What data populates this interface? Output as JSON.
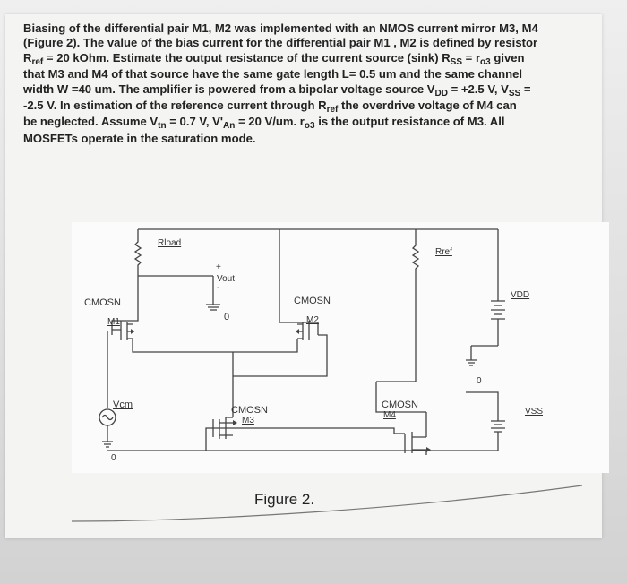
{
  "problem": {
    "line1": "Biasing of the differential pair M1, M2 was implemented with an NMOS current mirror M3, M4",
    "line2": "(Figure 2). The value of the bias current  for the differential pair M1 , M2 is defined by resistor",
    "line3a": "R",
    "line3_sub1": "ref",
    "line3b": " = 20 kOhm. Estimate  the output resistance of the current source (sink) R",
    "line3_sub2": "SS",
    "line3c": " = r",
    "line3_sub3": "o3",
    "line3d": " given",
    "line4": "that M3 and M4 of that source have the same gate length L= 0.5 um and the same channel",
    "line5a": "width W =40 um.   The amplifier is powered from a bipolar voltage source V",
    "line5_sub1": "DD",
    "line5b": " = +2.5 V, V",
    "line5_sub2": "SS",
    "line5c": " =",
    "line6a": "-2.5 V. In estimation of the reference current through R",
    "line6_sub1": "ref",
    "line6b": " the overdrive voltage of M4 can",
    "line7a": "be neglected. Assume V",
    "line7_sub1": "tn",
    "line7b": " = 0.7 V, V'",
    "line7_sub2": "An",
    "line7c": " = 20 V/um. r",
    "line7_sub3": "o3",
    "line7d": " is the output resistance of M3. All",
    "line8": "MOSFETs operate in the saturation mode."
  },
  "circuit": {
    "rload": "Rload",
    "rref": "Rref",
    "vout_plus": "+",
    "vout": "Vout",
    "vout_minus": "-",
    "zero": "0",
    "cmosn": "CMOSN",
    "m1": "M1",
    "m2": "M2",
    "m3": "M3",
    "m4": "M4",
    "vcm": "Vcm",
    "vdd": "VDD",
    "vss": "VSS"
  },
  "caption": "Figure 2."
}
